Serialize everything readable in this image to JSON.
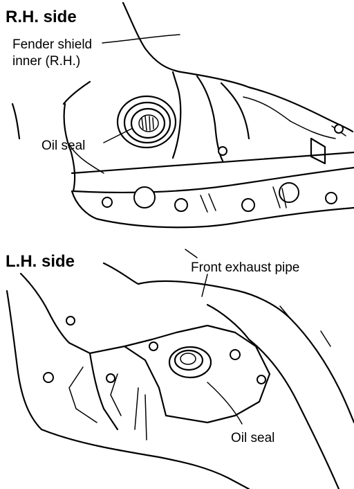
{
  "rh_panel": {
    "title": "R.H.  side",
    "fender_line1": "Fender shield",
    "fender_line2": "inner (R.H.)",
    "oil_seal": "Oil seal"
  },
  "lh_panel": {
    "title": "L.H.  side",
    "exhaust": "Front exhaust pipe",
    "oil_seal": "Oil seal"
  }
}
